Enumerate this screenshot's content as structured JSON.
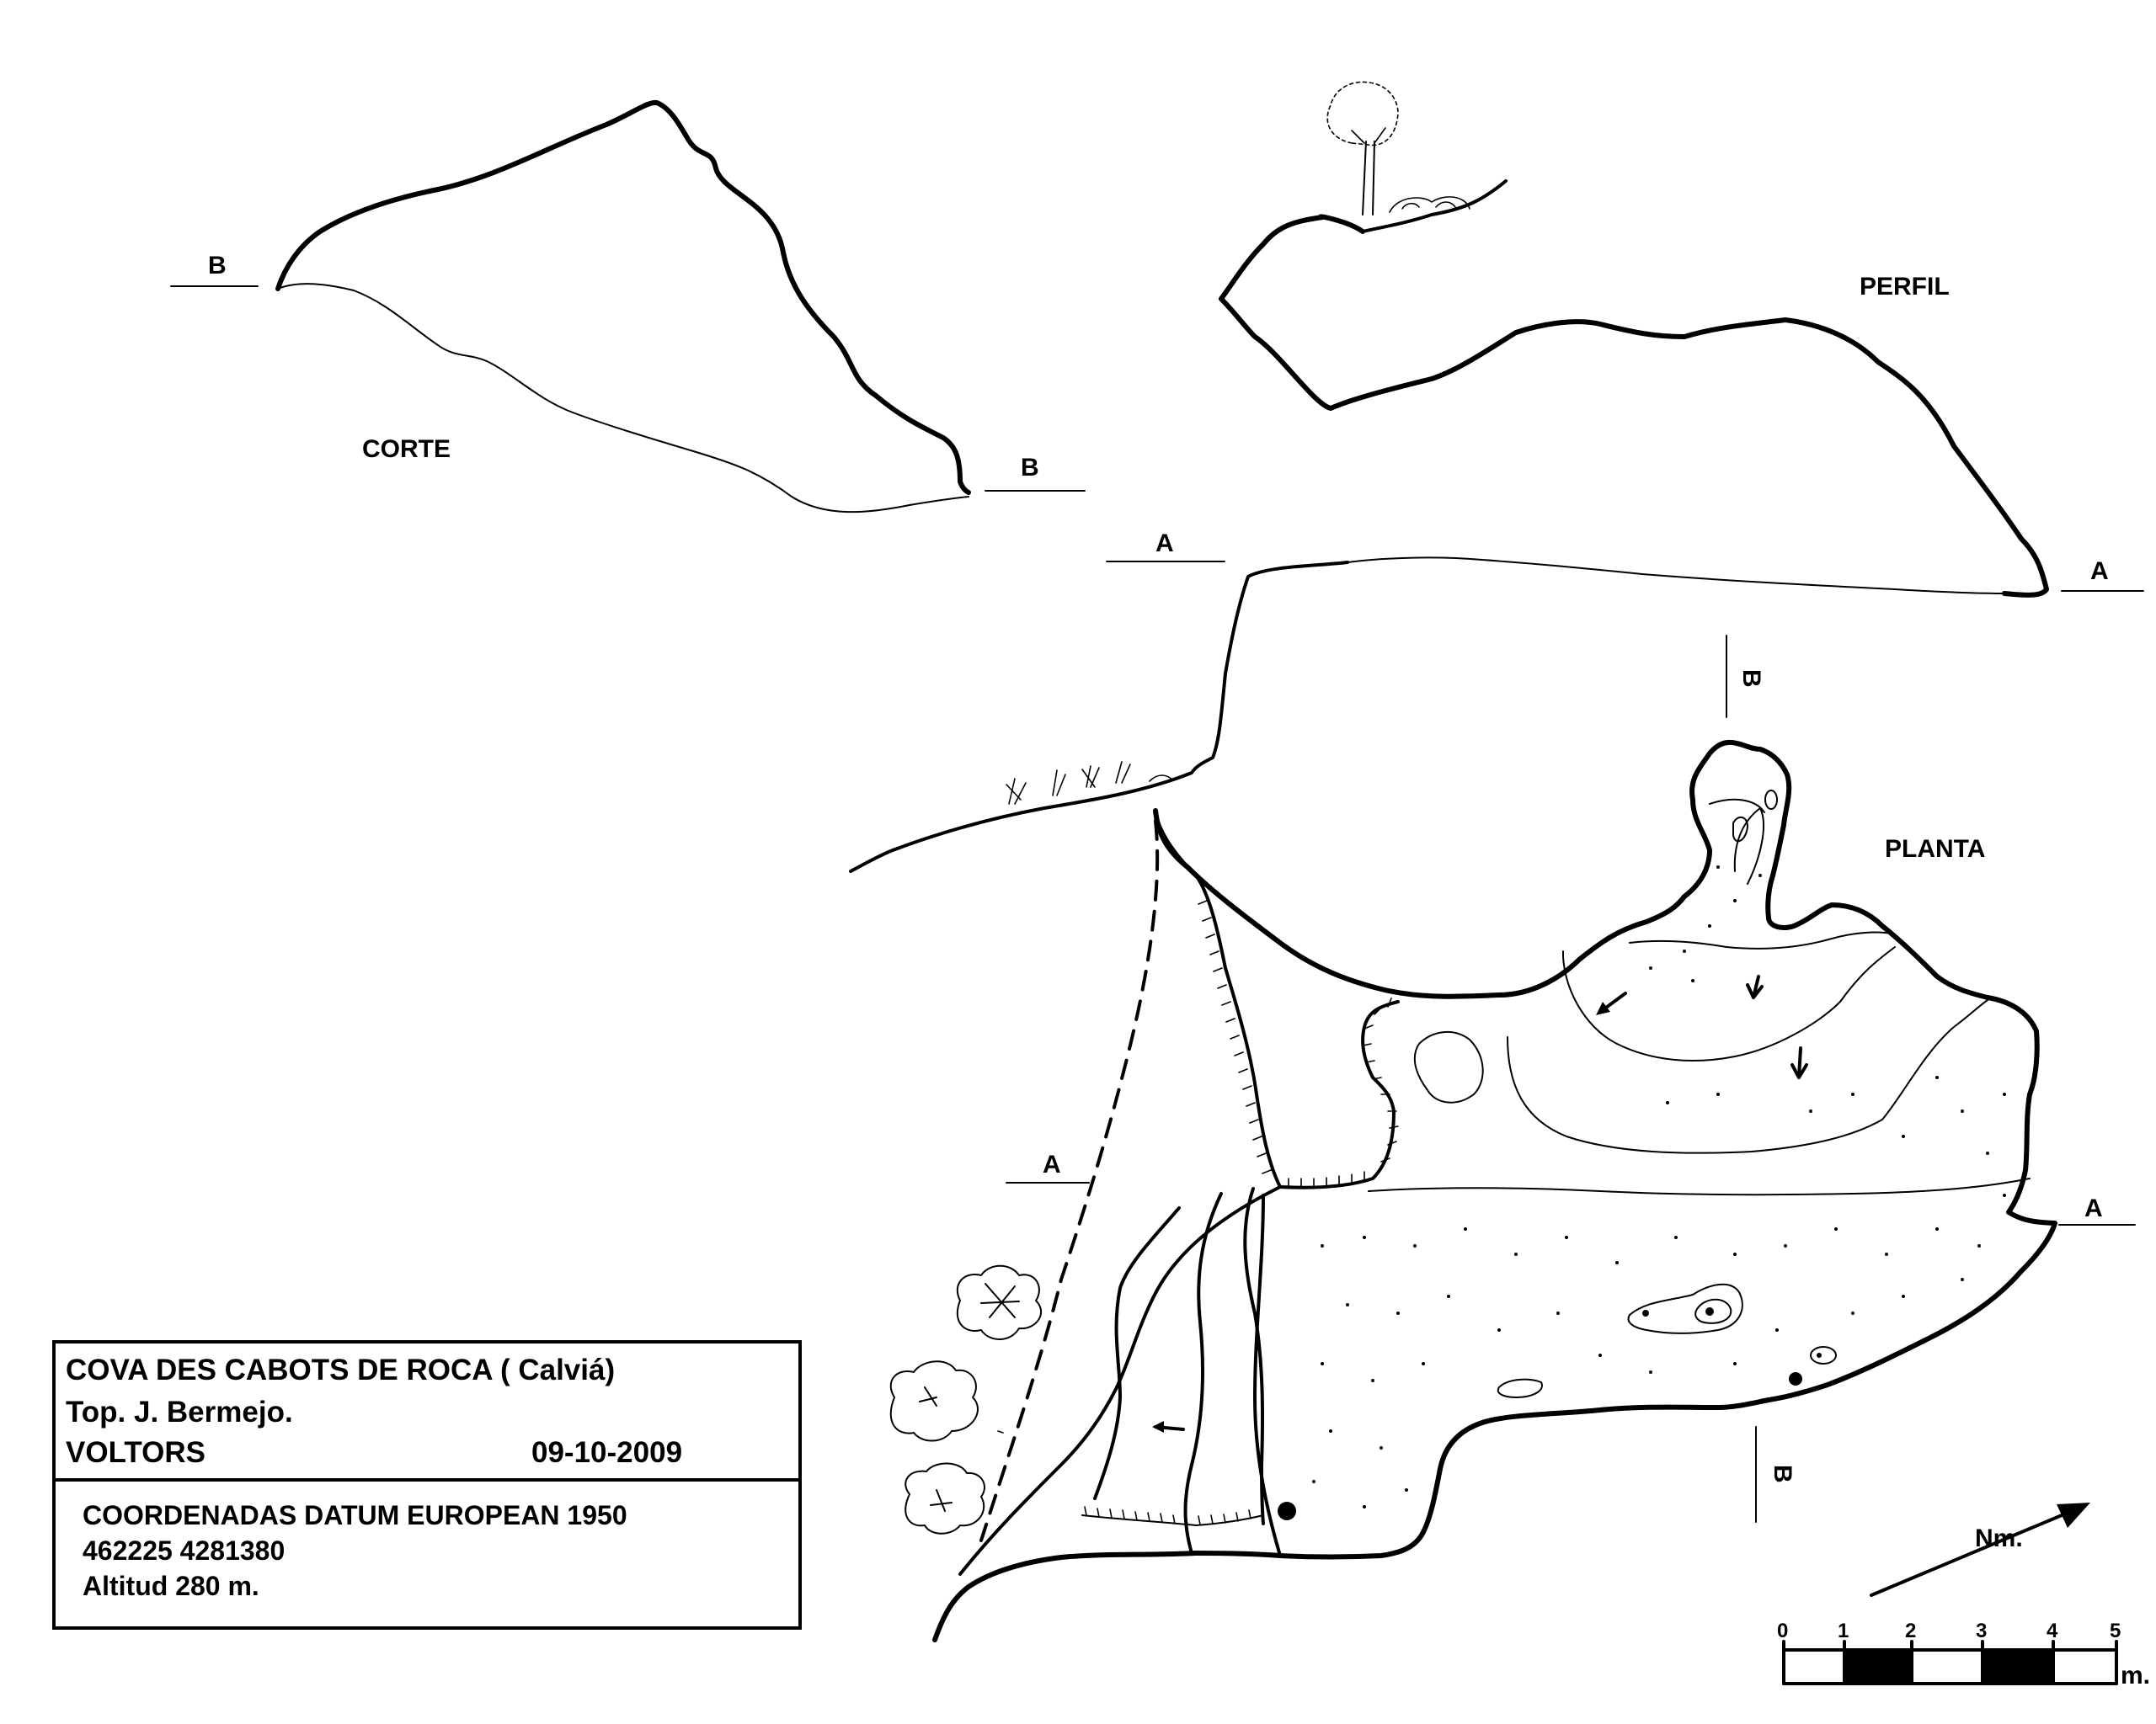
{
  "title_block": {
    "cave_name": "COVA DES CABOTS DE ROCA ( Calviá)",
    "surveyor": "Top. J. Bermejo.",
    "group": "VOLTORS",
    "date": "09-10-2009",
    "datum": "COORDENADAS DATUM EUROPEAN 1950",
    "coordinates": "462225 4281380",
    "altitude": "Altitud 280 m."
  },
  "sections": {
    "corte": "CORTE",
    "perfil": "PERFIL",
    "planta": "PLANTA"
  },
  "section_markers": {
    "a": "A",
    "b": "B"
  },
  "north_arrow": {
    "label": "Nm."
  },
  "scale_bar": {
    "ticks": [
      "0",
      "1",
      "2",
      "3",
      "4",
      "5"
    ],
    "unit": "m."
  },
  "colors": {
    "ink": "#000000",
    "paper": "#ffffff"
  }
}
